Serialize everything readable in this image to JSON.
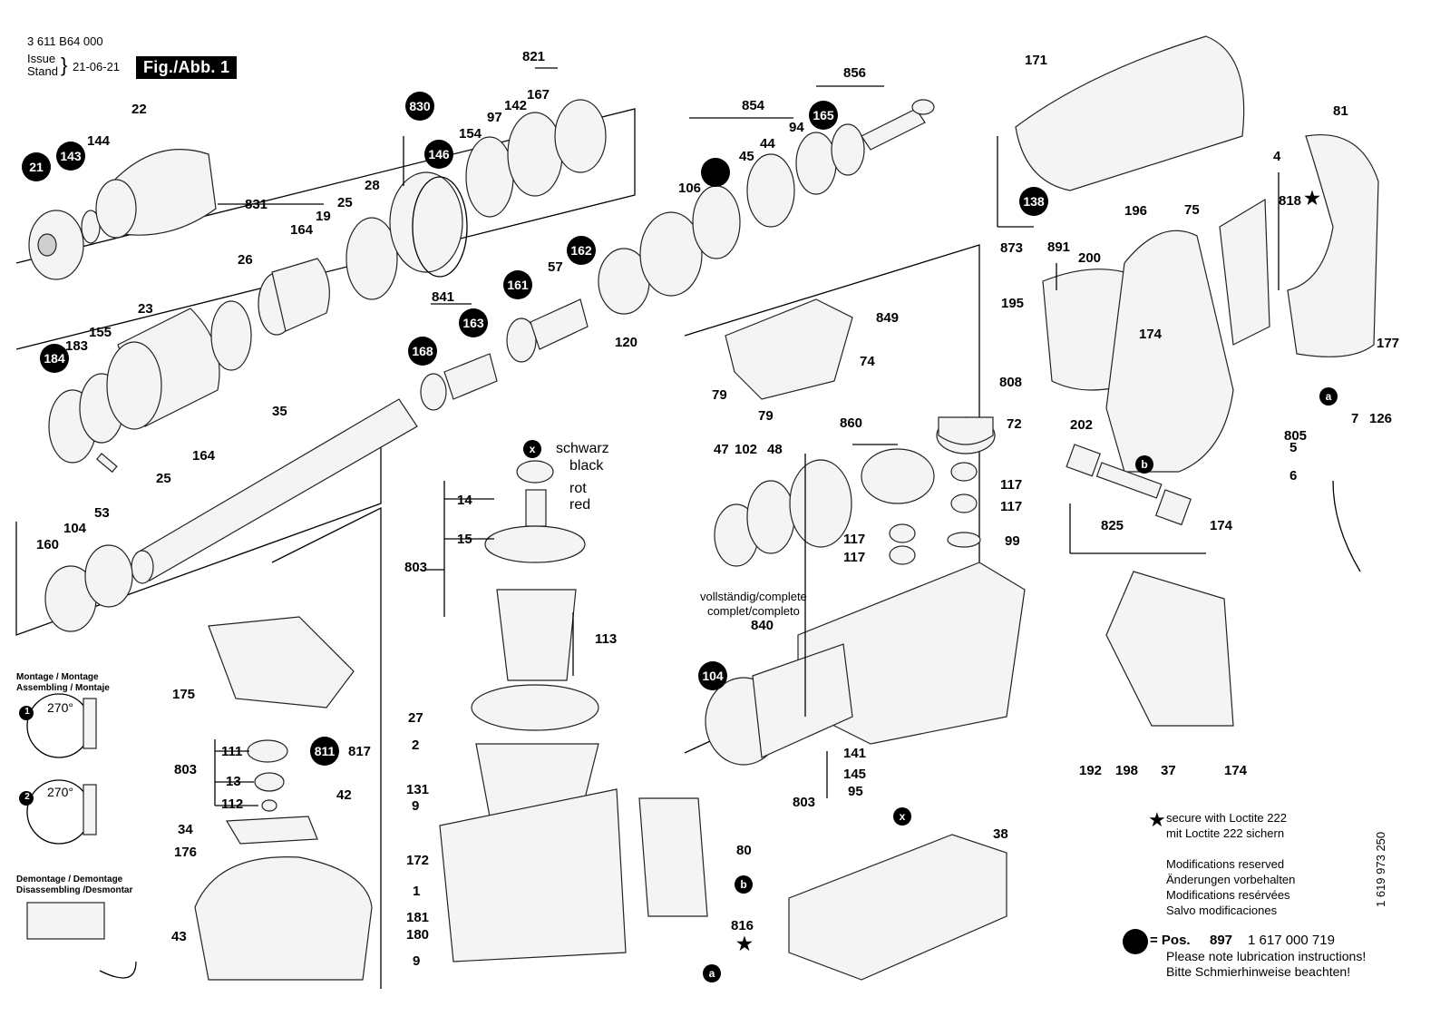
{
  "document_no": "3 611 B64 000",
  "issue_label": "Issue",
  "stand_label": "Stand",
  "issue_date": "21-06-21",
  "figure_label": "Fig./Abb. 1",
  "side_code": "1 619 973 250",
  "assembly": {
    "title_line1": "Montage / Montage",
    "title_line2": "Assembling / Montaje",
    "step1": "1",
    "step2": "2",
    "angle": "270°"
  },
  "disassembly": {
    "title_line1": "Demontage / Demontage",
    "title_line2": "Disassembling /Desmontar"
  },
  "wire_colors": {
    "schwarz": "schwarz",
    "black": "black",
    "rot": "rot",
    "red": "red"
  },
  "complete_label": {
    "line1": "vollständig/complete",
    "line2": "complet/completo"
  },
  "notes": {
    "loctite_en": "secure with Loctite 222",
    "loctite_de": "mit Loctite 222 sichern",
    "mod_de_en": "Modifications reserved",
    "mod_de": "Änderungen vorbehalten",
    "mod_fr": "Modifications resérvées",
    "mod_es": "Salvo modificaciones",
    "pos_prefix": "= Pos.",
    "pos_number": "897",
    "pos_part": "1 617 000 719",
    "lube_en": "Please note lubrication instructions!",
    "lube_de": "Bitte Schmierhinweise beachten!"
  },
  "badges": [
    "21",
    "143",
    "184",
    "830",
    "146",
    "161",
    "162",
    "163",
    "168",
    "165",
    "138",
    "811",
    "104"
  ],
  "part_numbers": [
    "22",
    "144",
    "831",
    "164",
    "19",
    "25",
    "28",
    "26",
    "23",
    "155",
    "183",
    "154",
    "97",
    "142",
    "167",
    "821",
    "841",
    "57",
    "120",
    "854",
    "106",
    "45",
    "44",
    "94",
    "856",
    "35",
    "164",
    "25",
    "53",
    "104",
    "160",
    "849",
    "74",
    "79",
    "79",
    "860",
    "72",
    "47",
    "102",
    "48",
    "117",
    "117",
    "117",
    "117",
    "99",
    "840",
    "113",
    "14",
    "15",
    "803",
    "27",
    "2",
    "131",
    "9",
    "172",
    "1",
    "181",
    "180",
    "9",
    "175",
    "111",
    "803",
    "13",
    "112",
    "817",
    "42",
    "34",
    "176",
    "43",
    "80",
    "816",
    "141",
    "145",
    "95",
    "803",
    "38",
    "171",
    "873",
    "196",
    "75",
    "891",
    "200",
    "195",
    "174",
    "808",
    "202",
    "4",
    "818",
    "81",
    "177",
    "805",
    "7",
    "126",
    "5",
    "6",
    "825",
    "174",
    "192",
    "198",
    "37",
    "174"
  ]
}
